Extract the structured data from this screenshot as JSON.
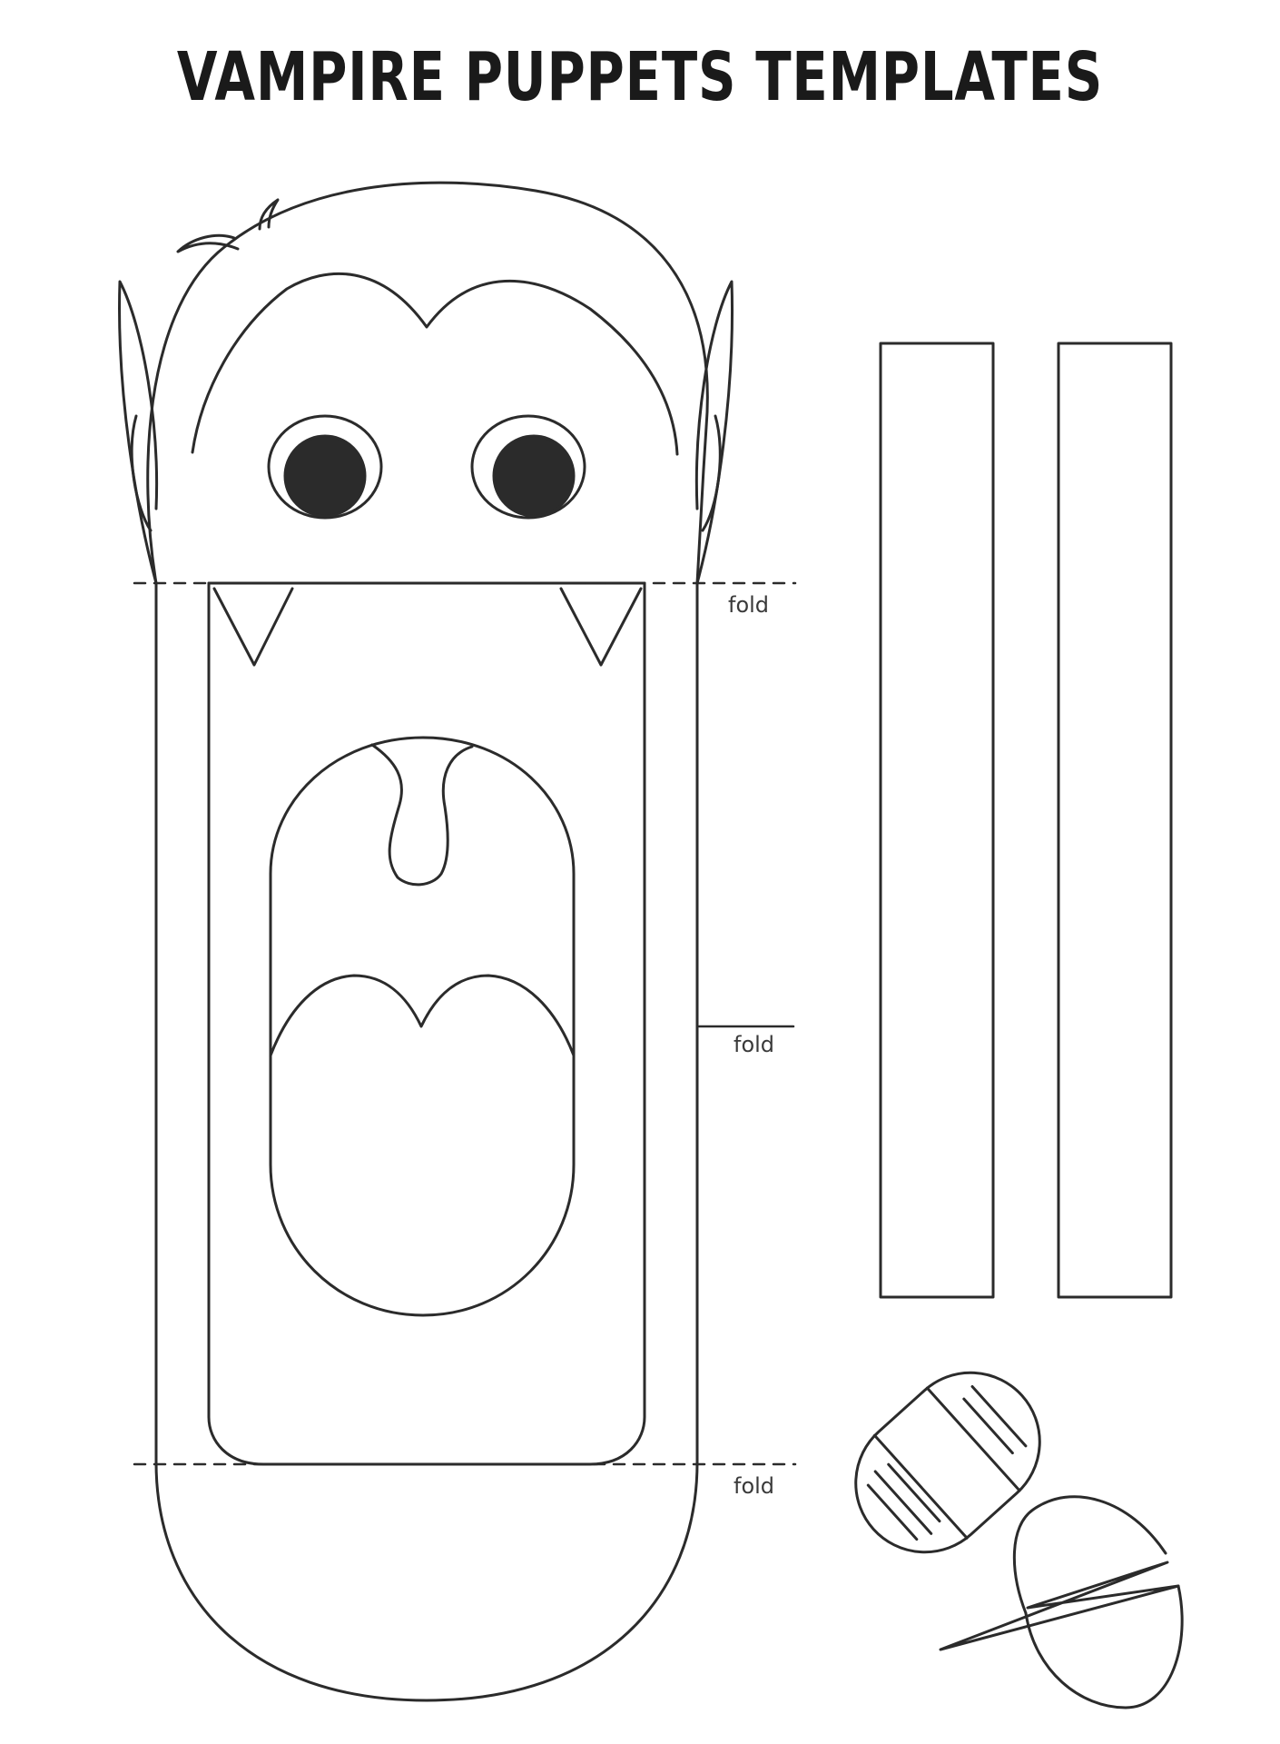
{
  "title": "VAMPIRE PUPPETS TEMPLATES",
  "fold_labels": [
    "fold",
    "fold",
    "fold"
  ],
  "colors": {
    "line": "#2b2b2b",
    "fill_dark": "#2b2b2b",
    "background": "#ffffff"
  }
}
